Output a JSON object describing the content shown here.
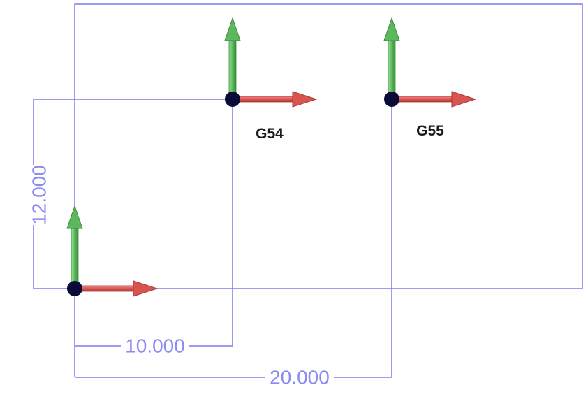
{
  "colors": {
    "dimension_line": "#7c7cf0",
    "dimension_text": "#8a8af2",
    "x_axis_arrow": "#d9534f",
    "y_axis_arrow": "#5cb85c",
    "origin_dot": "#0b0b3a",
    "label_text": "#1a1a1a"
  },
  "coordinate_systems": [
    {
      "id": "machine-origin",
      "label": ""
    },
    {
      "id": "g54",
      "label": "G54"
    },
    {
      "id": "g55",
      "label": "G55"
    }
  ],
  "dimensions": {
    "vertical_offset": "12.000",
    "g54_x_offset": "10.000",
    "g55_x_offset": "20.000"
  }
}
